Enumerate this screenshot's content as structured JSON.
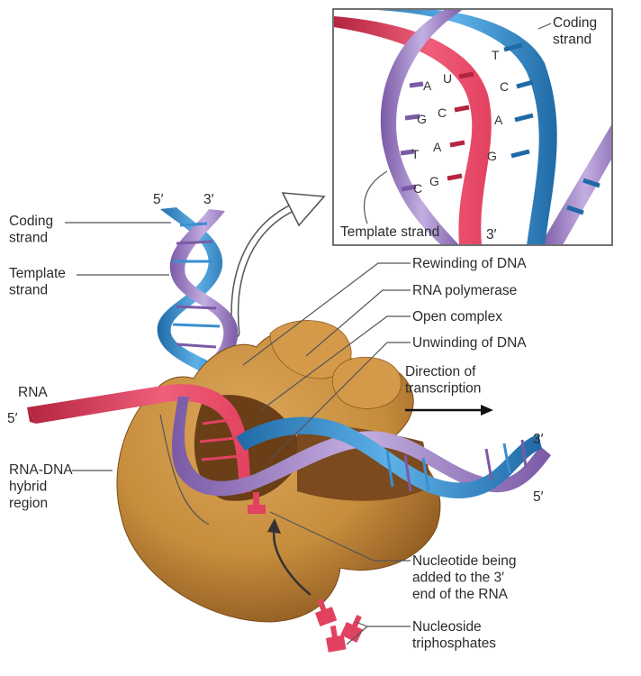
{
  "colors": {
    "coding_strand": "#3a8fd0",
    "coding_strand_dark": "#1f6aa6",
    "template_strand": "#a98ccb",
    "template_strand_dark": "#7a5aa6",
    "rna": "#e2415f",
    "rna_dark": "#b3243f",
    "polymerase": "#c68d3c",
    "polymerase_dark": "#6a3e17",
    "ntp": "#e2415f"
  },
  "labels": {
    "coding_strand": "Coding\nstrand",
    "template_strand": "Template\nstrand",
    "rna": "RNA",
    "rna_5prime": "5′",
    "rna_dna_hybrid": "RNA-DNA\nhybrid\nregion",
    "top_5prime": "5′",
    "top_3prime": "3′",
    "rewinding": "Rewinding of DNA",
    "rna_polymerase": "RNA polymerase",
    "open_complex": "Open complex",
    "unwinding": "Unwinding of DNA",
    "direction": "Direction of\ntranscription",
    "right_3prime": "3′",
    "right_5prime": "5′",
    "nucleotide_added": "Nucleotide being\nadded to the 3′\nend of the RNA",
    "ntps": "Nucleoside\ntriphosphates"
  },
  "inset": {
    "coding_strand": "Coding\nstrand",
    "template_strand": "Template strand",
    "rna_3prime": "3′",
    "template_bases": [
      "A",
      "G",
      "T",
      "C"
    ],
    "rna_bases": [
      "U",
      "C",
      "A",
      "G"
    ],
    "coding_bases": [
      "T",
      "C",
      "A",
      "G"
    ],
    "icons": [
      "curved-arrow-icon"
    ]
  }
}
